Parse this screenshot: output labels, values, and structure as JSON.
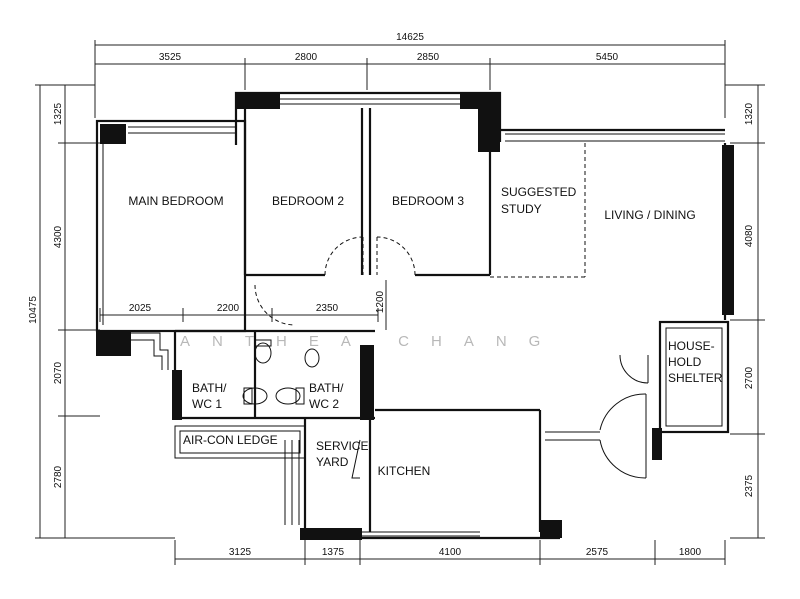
{
  "dimensions": {
    "top_overall": "14625",
    "top": [
      "3525",
      "2800",
      "2850",
      "5450"
    ],
    "left_overall": "10475",
    "left": [
      "1325",
      "4300",
      "2070",
      "2780"
    ],
    "right": [
      "1320",
      "4080",
      "2700",
      "2375"
    ],
    "bottom": [
      "3125",
      "1375",
      "4100",
      "2575",
      "1800"
    ],
    "internal": [
      "2025",
      "2200",
      "2350",
      "1200"
    ]
  },
  "rooms": {
    "main_bedroom": "MAIN BEDROOM",
    "bedroom_2": "BEDROOM 2",
    "bedroom_3": "BEDROOM 3",
    "study_line1": "SUGGESTED",
    "study_line2": "STUDY",
    "living_dining": "LIVING / DINING",
    "shelter_line1": "HOUSE-",
    "shelter_line2": "HOLD",
    "shelter_line3": "SHELTER",
    "bath1_line1": "BATH/",
    "bath1_line2": "WC 1",
    "bath2_line1": "BATH/",
    "bath2_line2": "WC 2",
    "aircon_ledge": "AIR-CON LEDGE",
    "service_line1": "SERVICE",
    "service_line2": "YARD",
    "kitchen": "KITCHEN"
  },
  "watermark": "ANTHEA CHANG"
}
